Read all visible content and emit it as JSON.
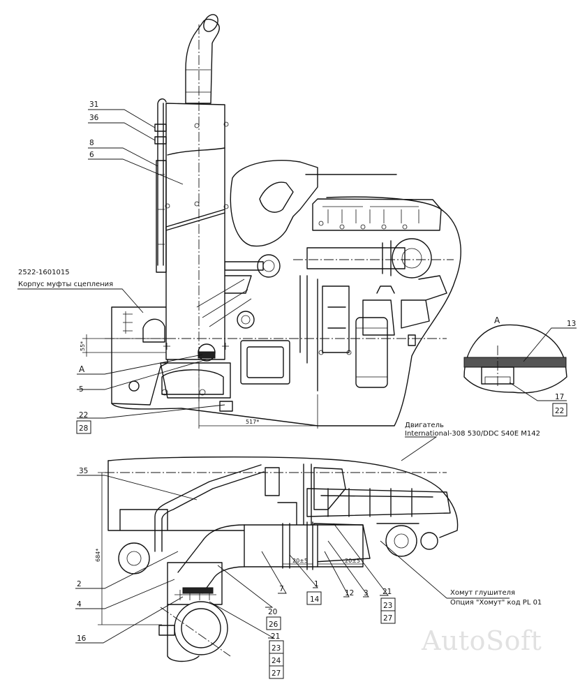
{
  "watermark": "AutoSoft",
  "view_a": {
    "label": "A"
  },
  "callouts": {
    "c31": "31",
    "c36": "36",
    "c8": "8",
    "c6": "6",
    "c5": "5",
    "c22": "22",
    "c28": "28",
    "cA": "A",
    "c13": "13",
    "c17": "17",
    "c22b": "22",
    "c35": "35",
    "c2": "2",
    "c4": "4",
    "c16": "16",
    "c7": "7",
    "c1": "1",
    "c14": "14",
    "c12": "12",
    "c3": "3",
    "c21a": "21",
    "c23a": "23",
    "c27a": "27",
    "c20": "20",
    "c26": "26",
    "c21b": "21",
    "c23b": "23",
    "c24": "24",
    "c27b": "27"
  },
  "notes": {
    "part_number": "2522-1601015",
    "clutch_housing": "Корпус муфты сцепления",
    "engine_label": "Двигатель",
    "engine_model": "International-308 530/DDC S40E M142",
    "clamp_label": "Хомут глушителя",
    "clamp_option": "Опция \"Хомут\" код PL 01"
  },
  "dimensions": {
    "d55": "55*",
    "d517": "517*",
    "d684": "684*",
    "d20a": "20±5",
    "d20b": "20±5"
  },
  "colors": {
    "line": "#111111",
    "background": "#ffffff",
    "watermark": "#c8c8c8"
  }
}
